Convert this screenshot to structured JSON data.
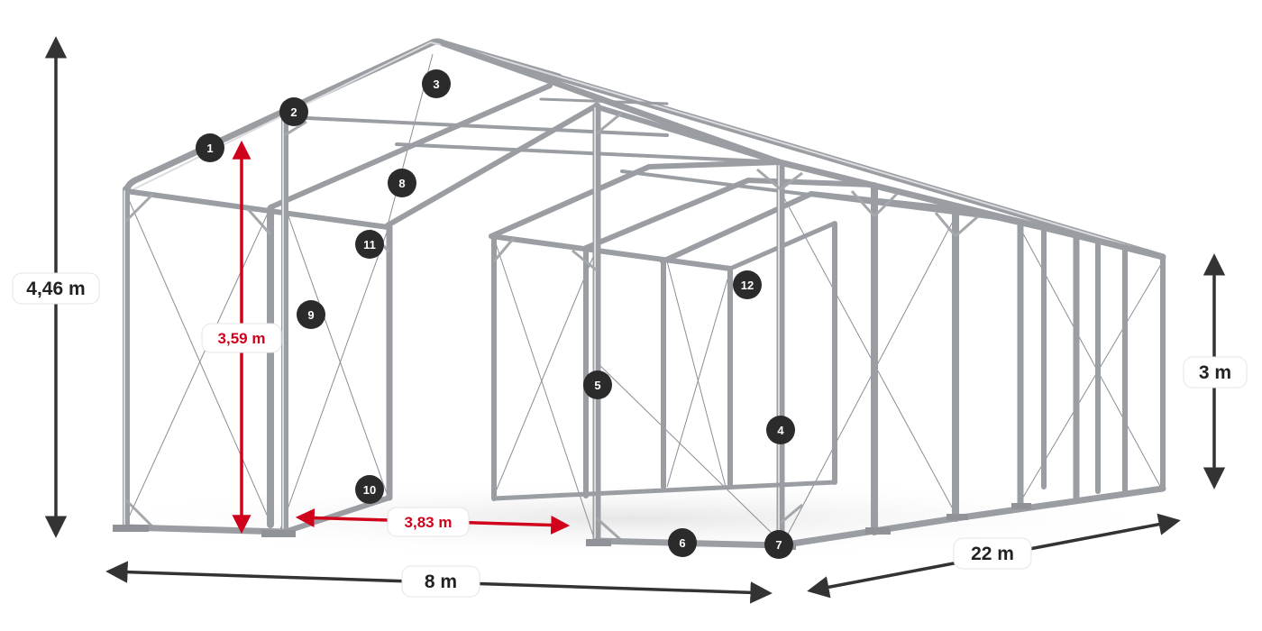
{
  "dimensions": {
    "height_total": "4,46 m",
    "height_sidewall": "3 m",
    "height_gable_clearance": "3,59 m",
    "gable_opening_width": "3,83 m",
    "width": "8 m",
    "length": "22 m"
  },
  "markers": [
    "1",
    "2",
    "3",
    "4",
    "5",
    "6",
    "7",
    "8",
    "9",
    "10",
    "11",
    "12"
  ],
  "colors": {
    "frame": "#9a9ea3",
    "frame_highlight": "#d9dbde",
    "dimension_arrow": "#333333",
    "accent": "#d0021b",
    "marker_fill": "#2b2b2b"
  }
}
